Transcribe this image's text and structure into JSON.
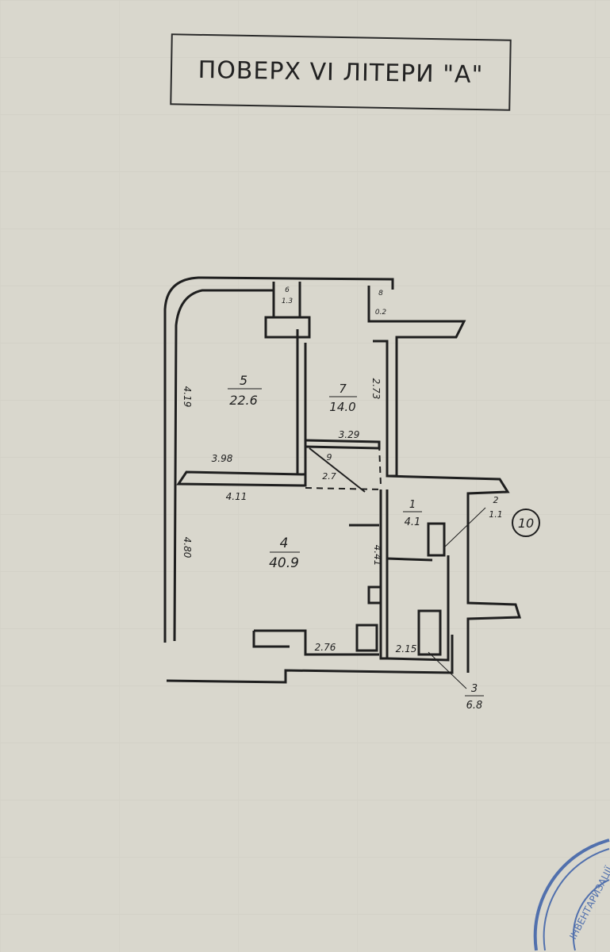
{
  "title": "ПОВЕРХ VI ЛІТЕРИ \"А\"",
  "apartment_number": "10",
  "rooms": [
    {
      "number": "1",
      "area": "4.1"
    },
    {
      "number": "2",
      "area": "1.1"
    },
    {
      "number": "3",
      "area": "6.8"
    },
    {
      "number": "4",
      "area": "40.9"
    },
    {
      "number": "5",
      "area": "22.6"
    },
    {
      "number": "6",
      "area": "1.3"
    },
    {
      "number": "7",
      "area": "14.0"
    },
    {
      "number": "8",
      "area": "0.2"
    },
    {
      "number": "9",
      "area": "2.7"
    }
  ],
  "dimensions": [
    "4.19",
    "3.98",
    "3.29",
    "2.73",
    "4.11",
    "4.80",
    "4.41",
    "2.76",
    "2.15"
  ],
  "stamp_text": "ІНВЕНТАРИЗАЦІЇ НЕРУХОМОГО МАЙНА",
  "colors": {
    "paper": "#d9d7cd",
    "ink": "#1f1f1f",
    "stamp": "#3a5fa8"
  }
}
